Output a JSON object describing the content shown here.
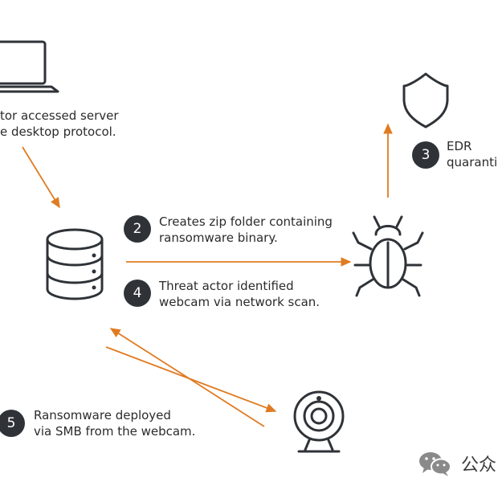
{
  "step1": {
    "line1": "tor accessed server",
    "line2": "e desktop protocol."
  },
  "step2": {
    "number": "2",
    "line1": "Creates zip folder containing",
    "line2": "ransomware binary."
  },
  "step3": {
    "number": "3",
    "line1": "EDR",
    "line2": "quaranti"
  },
  "step4": {
    "number": "4",
    "line1": "Threat actor identified",
    "line2": "webcam via network scan."
  },
  "step5": {
    "number": "5",
    "line1": "Ransomware deployed",
    "line2": "via SMB from the webcam."
  },
  "watermark": {
    "text": "公众"
  },
  "colors": {
    "arrow": "#e07b22",
    "icon": "#2f3338",
    "badge": "#2f3338"
  },
  "icons": {
    "attacker": "laptop-icon",
    "server": "database-server-icon",
    "malware": "bug-icon",
    "edr": "shield-icon",
    "camera": "webcam-icon",
    "watermark": "wechat-icon"
  }
}
